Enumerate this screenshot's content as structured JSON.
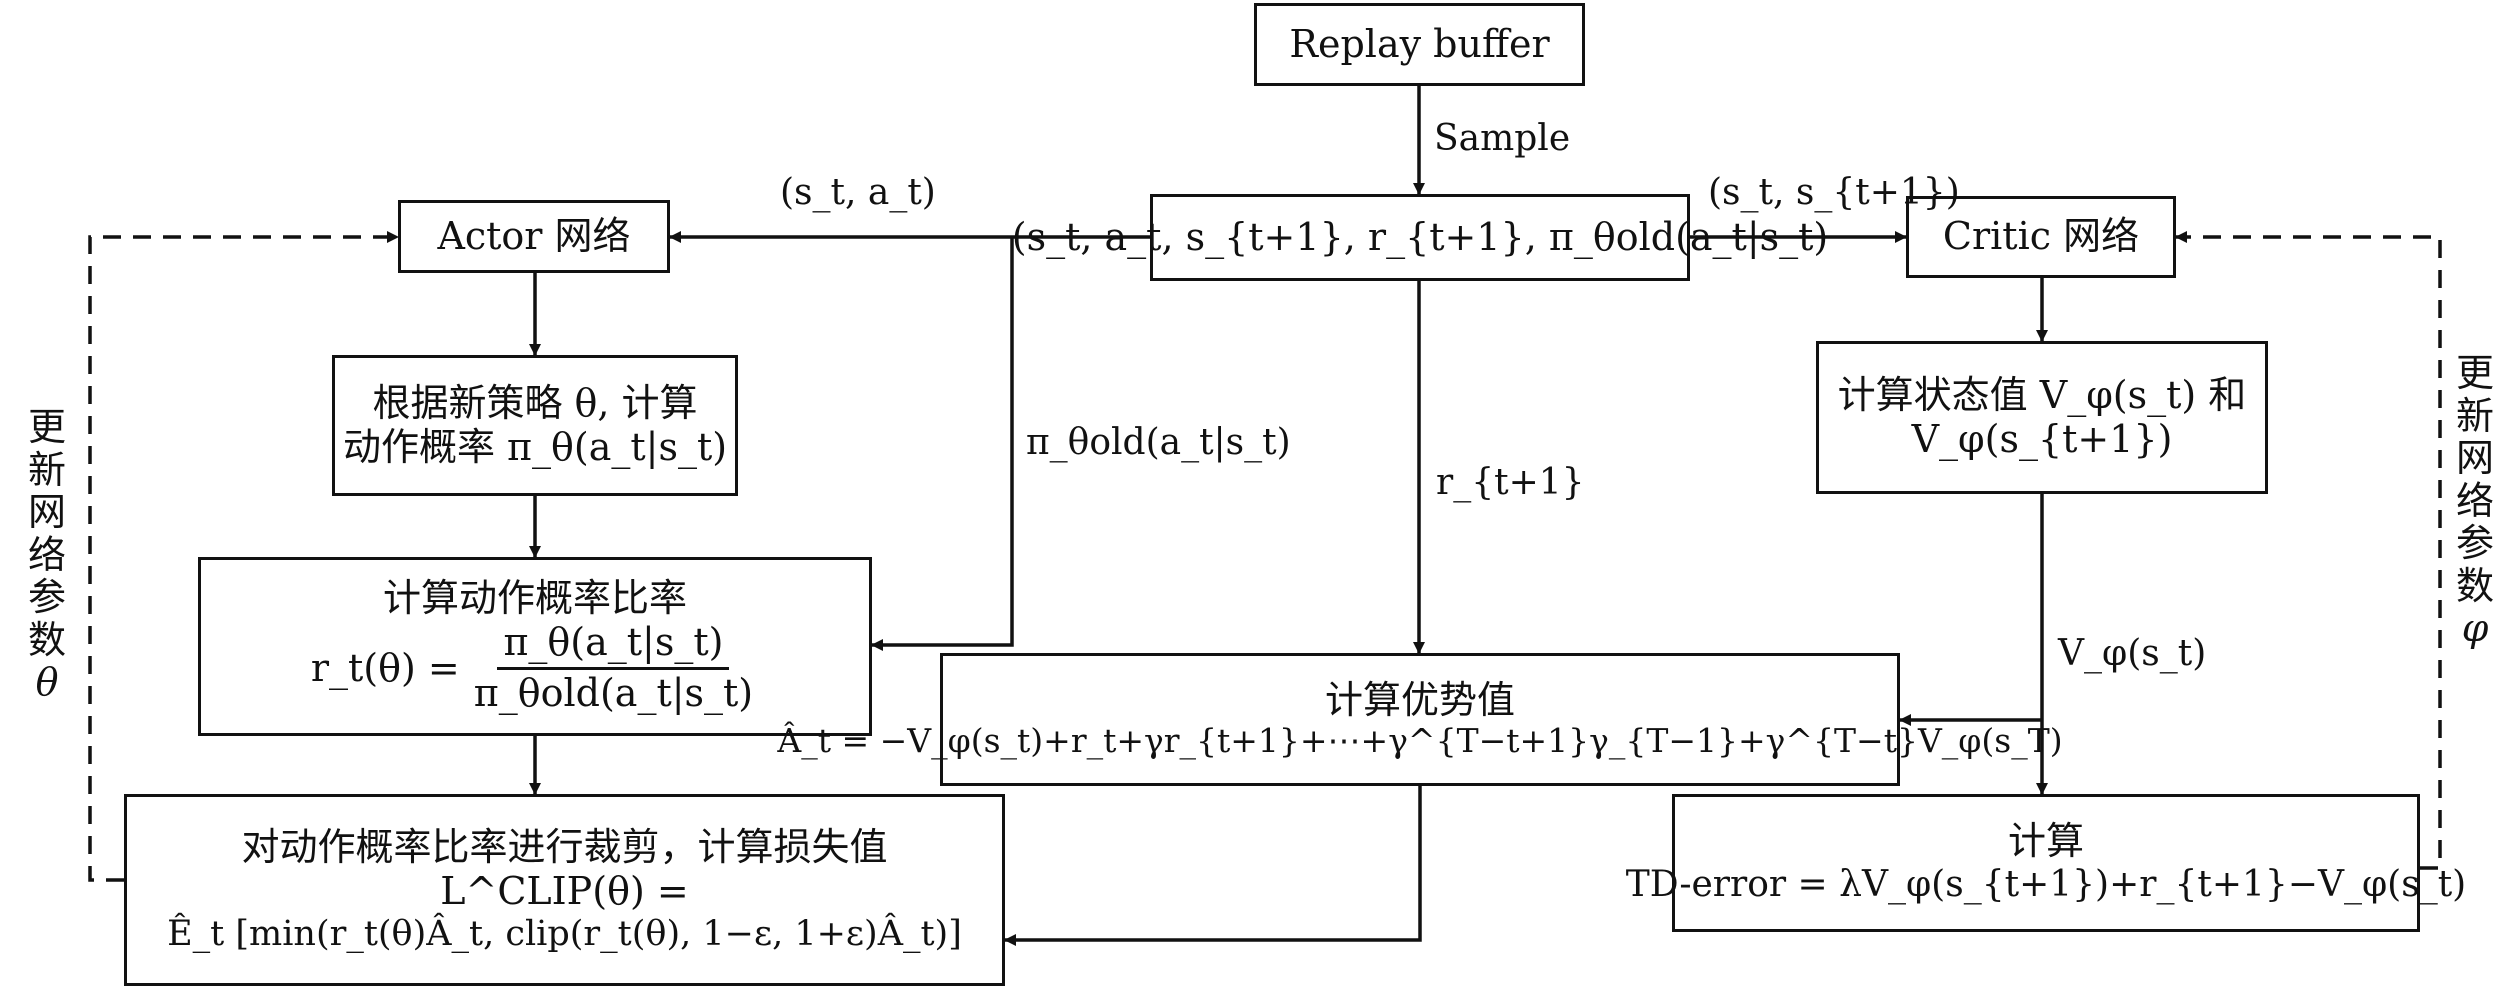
{
  "nodes": {
    "replay_buffer": "Replay buffer",
    "tuple": "(s_t, a_t, s_{t+1}, r_{t+1}, π_θold(a_t|s_t)",
    "actor": "Actor 网络",
    "critic": "Critic 网络",
    "compute_prob_line1": "根据新策略 θ, 计算",
    "compute_prob_line2": "动作概率 π_θ(a_t|s_t)",
    "ratio_title": "计算动作概率比率",
    "ratio_lhs": "r_t(θ) =",
    "ratio_num": "π_θ(a_t|s_t)",
    "ratio_den": "π_θold(a_t|s_t)",
    "clip_line1": "对动作概率比率进行裁剪，计算损失值",
    "clip_line2": "L^CLIP(θ) =",
    "clip_line3": "Ê_t [min(r_t(θ)Â_t, clip(r_t(θ), 1−ε, 1+ε)Â_t)]",
    "advantage_title": "计算优势值",
    "advantage_formula": "Â_t = −V_φ(s_t)+r_t+γr_{t+1}+⋯+γ^{T−t+1}γ_{T−1}+γ^{T−t}V_φ(s_T)",
    "state_value_line1": "计算状态值 V_φ(s_t) 和",
    "state_value_line2": "V_φ(s_{t+1})",
    "td_title": "计算",
    "td_formula": "TD-error = λV_φ(s_{t+1})+r_{t+1}−V_φ(s_t)"
  },
  "edge_labels": {
    "sample": "Sample",
    "to_actor": "(s_t, a_t)",
    "to_critic": "(s_t, s_{t+1})",
    "pi_old": "π_θold(a_t|s_t)",
    "reward": "r_{t+1}",
    "value": "V_φ(s_t)"
  },
  "side_labels": {
    "left": [
      "更",
      "新",
      "网",
      "络",
      "参",
      "数",
      "θ"
    ],
    "right": [
      "更",
      "新",
      "网",
      "络",
      "参",
      "数",
      "φ"
    ]
  }
}
